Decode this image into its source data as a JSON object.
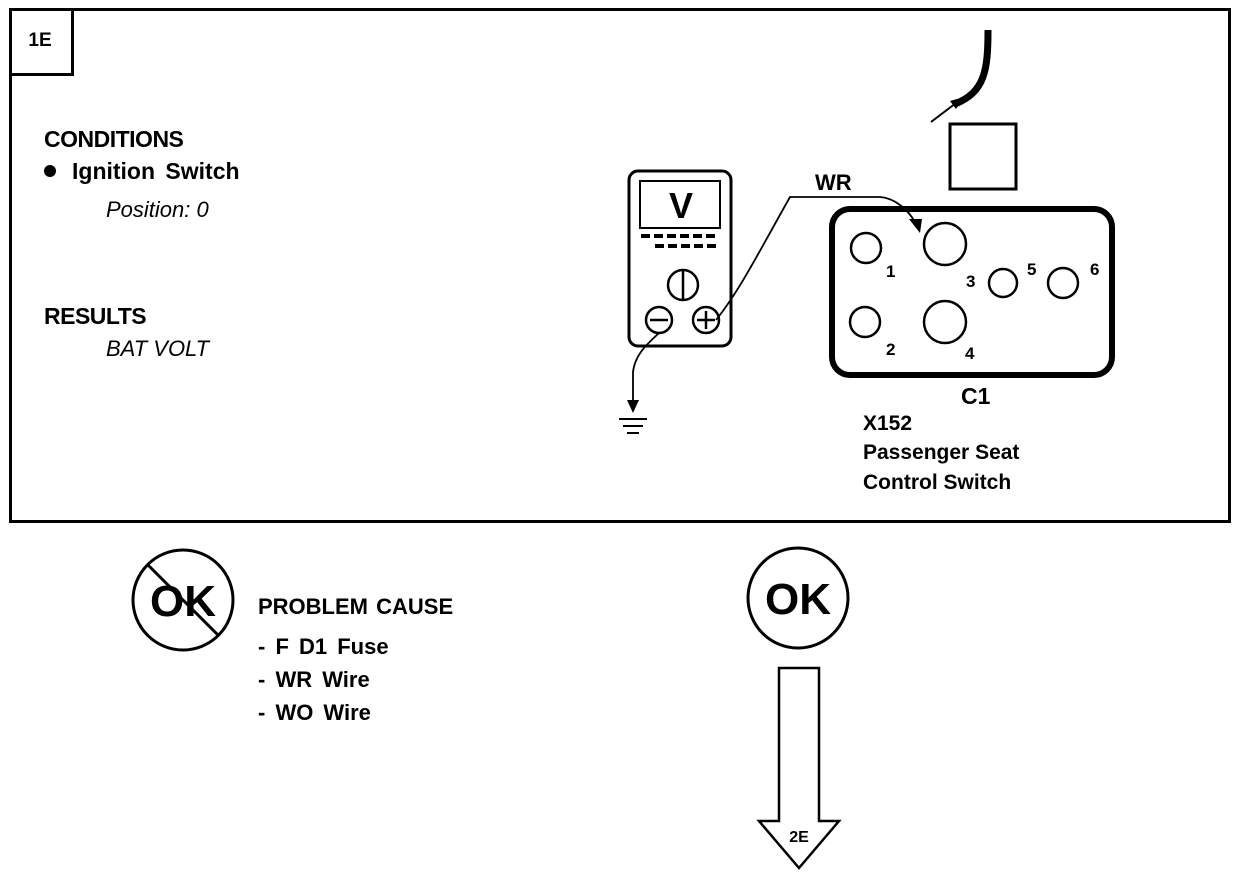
{
  "step": {
    "id": "1E"
  },
  "conditions": {
    "heading": "CONDITIONS",
    "item": "Ignition Switch",
    "detail": "Position: 0"
  },
  "results": {
    "heading": "RESULTS",
    "value": "BAT VOLT"
  },
  "meter": {
    "unit": "V"
  },
  "wire_label": "WR",
  "connector": {
    "pins": [
      "1",
      "2",
      "3",
      "4",
      "5",
      "6"
    ],
    "name": "C1",
    "code": "X152",
    "title_line1": "Passenger Seat",
    "title_line2": "Control Switch"
  },
  "outcome_not_ok": {
    "symbol": "OK",
    "heading": "PROBLEM CAUSE",
    "causes": [
      "- F D1 Fuse",
      "- WR Wire",
      "- WO Wire"
    ]
  },
  "outcome_ok": {
    "symbol": "OK",
    "next_step": "2E"
  }
}
